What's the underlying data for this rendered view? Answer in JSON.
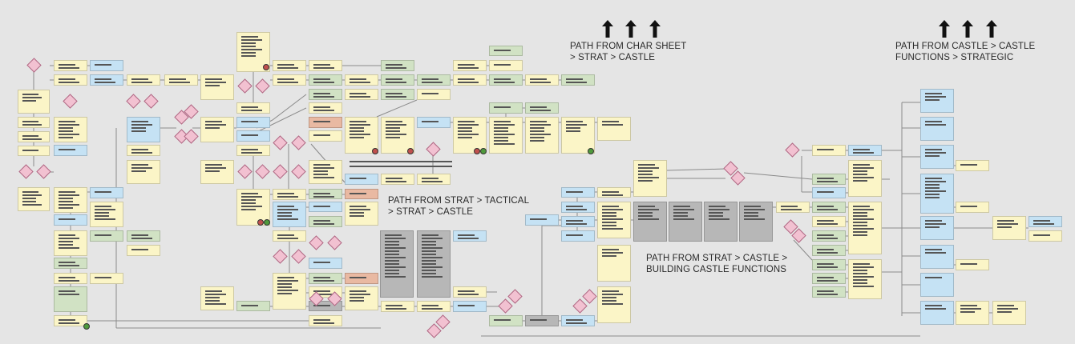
{
  "labels": {
    "char_sheet": [
      "PATH FROM CHAR SHEET",
      "> STRAT > CASTLE"
    ],
    "castle_functions": [
      "PATH FROM CASTLE > CASTLE",
      "FUNCTIONS > STRATEGIC"
    ],
    "strat_tactical": [
      "PATH FROM STRAT > TACTICAL",
      "> STRAT > CASTLE"
    ],
    "building": [
      "PATH FROM STRAT > CASTLE >",
      "BUILDING CASTLE FUNCTIONS"
    ]
  },
  "colors": {
    "background": "#e5e5e5",
    "yellow_node": "#fbf5c7",
    "blue_node": "#c5e2f4",
    "green_node": "#d1e2c4",
    "orange_node": "#e9b9a2",
    "gray_node": "#b7b7b7",
    "diamond": "#f2c1d1",
    "edge": "#8a8a8a"
  },
  "icons": {
    "flow_arrow": "arrow-up-icon",
    "decision": "decision-diamond-icon",
    "status_red": "red-status-dot",
    "status_green": "green-status-dot"
  }
}
